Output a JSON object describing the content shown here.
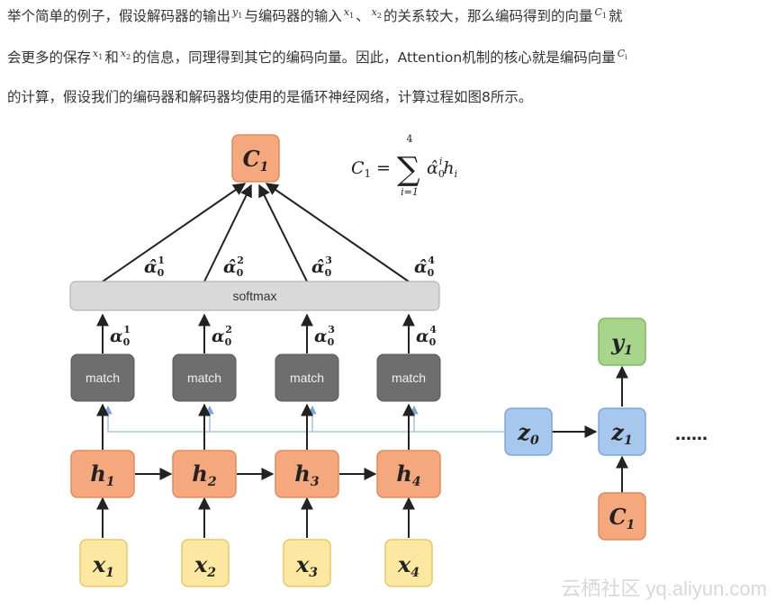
{
  "paragraph": {
    "line1": {
      "a": "举个简单的例子，假设解码器的输出",
      "v1": "y",
      "v1s": "1",
      "b": "与编码器的输入",
      "v2": "x",
      "v2s": "1",
      "c": "、",
      "v3": "x",
      "v3s": "2",
      "d": "的关系较大，那么编码得到的向量",
      "v4": "C",
      "v4s": "1",
      "e": "就"
    },
    "line2": {
      "a": "会更多的保存",
      "v1": "x",
      "v1s": "1",
      "b": "和",
      "v2": "x",
      "v2s": "2",
      "c": "的信息，同理得到其它的编码向量。因此，Attention机制的核心就是编码向量",
      "v3": "C",
      "v3s": "i"
    },
    "line3": {
      "a": "的计算，假设我们的编码器和解码器均使用的是循环神经网络，计算过程如图8所示。"
    }
  },
  "diagram": {
    "c1_top": {
      "base": "C",
      "sub": "1"
    },
    "formula": {
      "lhs": "C",
      "lhs_sub": "1",
      "eq": "=",
      "sigma": "∑",
      "upper": "4",
      "lower": "i=1",
      "term_a": "α̂",
      "term_a_sub": "0",
      "term_a_sup": "i",
      "term_h": "h",
      "term_h_sub": "i"
    },
    "softmax_label": "softmax",
    "alpha_hat": [
      {
        "base": "α̂",
        "sub": "0",
        "sup": "1"
      },
      {
        "base": "α̂",
        "sub": "0",
        "sup": "2"
      },
      {
        "base": "α̂",
        "sub": "0",
        "sup": "3"
      },
      {
        "base": "α̂",
        "sub": "0",
        "sup": "4"
      }
    ],
    "alpha": [
      {
        "base": "α",
        "sub": "0",
        "sup": "1"
      },
      {
        "base": "α",
        "sub": "0",
        "sup": "2"
      },
      {
        "base": "α",
        "sub": "0",
        "sup": "3"
      },
      {
        "base": "α",
        "sub": "0",
        "sup": "4"
      }
    ],
    "match_label": "match",
    "h": [
      {
        "base": "h",
        "sub": "1"
      },
      {
        "base": "h",
        "sub": "2"
      },
      {
        "base": "h",
        "sub": "3"
      },
      {
        "base": "h",
        "sub": "4"
      }
    ],
    "x": [
      {
        "base": "x",
        "sub": "1"
      },
      {
        "base": "x",
        "sub": "2"
      },
      {
        "base": "x",
        "sub": "3"
      },
      {
        "base": "x",
        "sub": "4"
      }
    ],
    "z0": {
      "base": "z",
      "sub": "0"
    },
    "z1": {
      "base": "z",
      "sub": "1"
    },
    "y1": {
      "base": "y",
      "sub": "1"
    },
    "c1_bottom": {
      "base": "C",
      "sub": "1"
    },
    "ellipsis": "……",
    "watermark": "云栖社区 yq.aliyun.com",
    "colors": {
      "orange_fill": "#f5a77e",
      "orange_stroke": "#e08c5d",
      "gray_fill": "#6e6e6e",
      "softmax_fill": "#d9d9d9",
      "yellow_fill": "#fce8a0",
      "yellow_stroke": "#e8c96a",
      "blue_fill": "#a7c8ec",
      "blue_stroke": "#7aa7d9",
      "green_fill": "#a8d58c",
      "green_stroke": "#7fb964",
      "connector_blue": "#a9c6e4"
    }
  }
}
